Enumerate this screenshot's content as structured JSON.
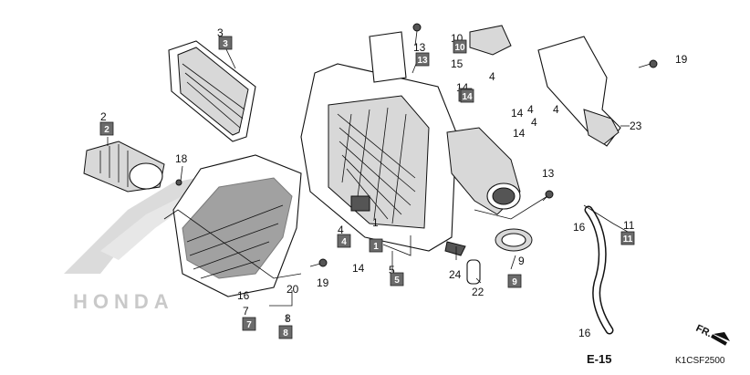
{
  "diagram": {
    "code": "K1CSF2500",
    "section_ref": "E-15",
    "direction_label": "FR.",
    "watermark": "HONDA",
    "plain_labels": [
      "3",
      "13",
      "10",
      "15",
      "4",
      "19",
      "2",
      "14",
      "4",
      "14",
      "4",
      "23",
      "14",
      "4",
      "18",
      "13",
      "16",
      "11",
      "4",
      "14",
      "19",
      "5",
      "24",
      "22",
      "9",
      "16",
      "20",
      "7",
      "8",
      "16",
      "1"
    ],
    "boxed_labels": [
      "3",
      "10",
      "13",
      "14",
      "2",
      "14",
      "4",
      "1",
      "5",
      "11",
      "9",
      "7",
      "8"
    ]
  }
}
